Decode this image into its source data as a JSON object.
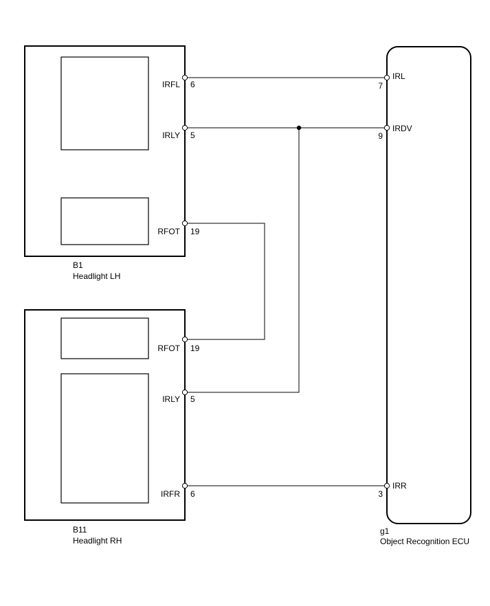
{
  "components": {
    "headlight_lh": {
      "code": "B1",
      "name": "Headlight LH"
    },
    "headlight_rh": {
      "code": "B11",
      "name": "Headlight RH"
    },
    "ecu": {
      "code": "g1",
      "name": "Object Recognition ECU"
    }
  },
  "pins": {
    "lh_irfl": {
      "label": "IRFL",
      "number": "6"
    },
    "lh_irly": {
      "label": "IRLY",
      "number": "5"
    },
    "lh_rfot": {
      "label": "RFOT",
      "number": "19"
    },
    "rh_rfot": {
      "label": "RFOT",
      "number": "19"
    },
    "rh_irly": {
      "label": "IRLY",
      "number": "5"
    },
    "rh_irfr": {
      "label": "IRFR",
      "number": "6"
    },
    "ecu_irl": {
      "label": "IRL",
      "number": "7"
    },
    "ecu_irdv": {
      "label": "IRDV",
      "number": "9"
    },
    "ecu_irr": {
      "label": "IRR",
      "number": "3"
    }
  }
}
